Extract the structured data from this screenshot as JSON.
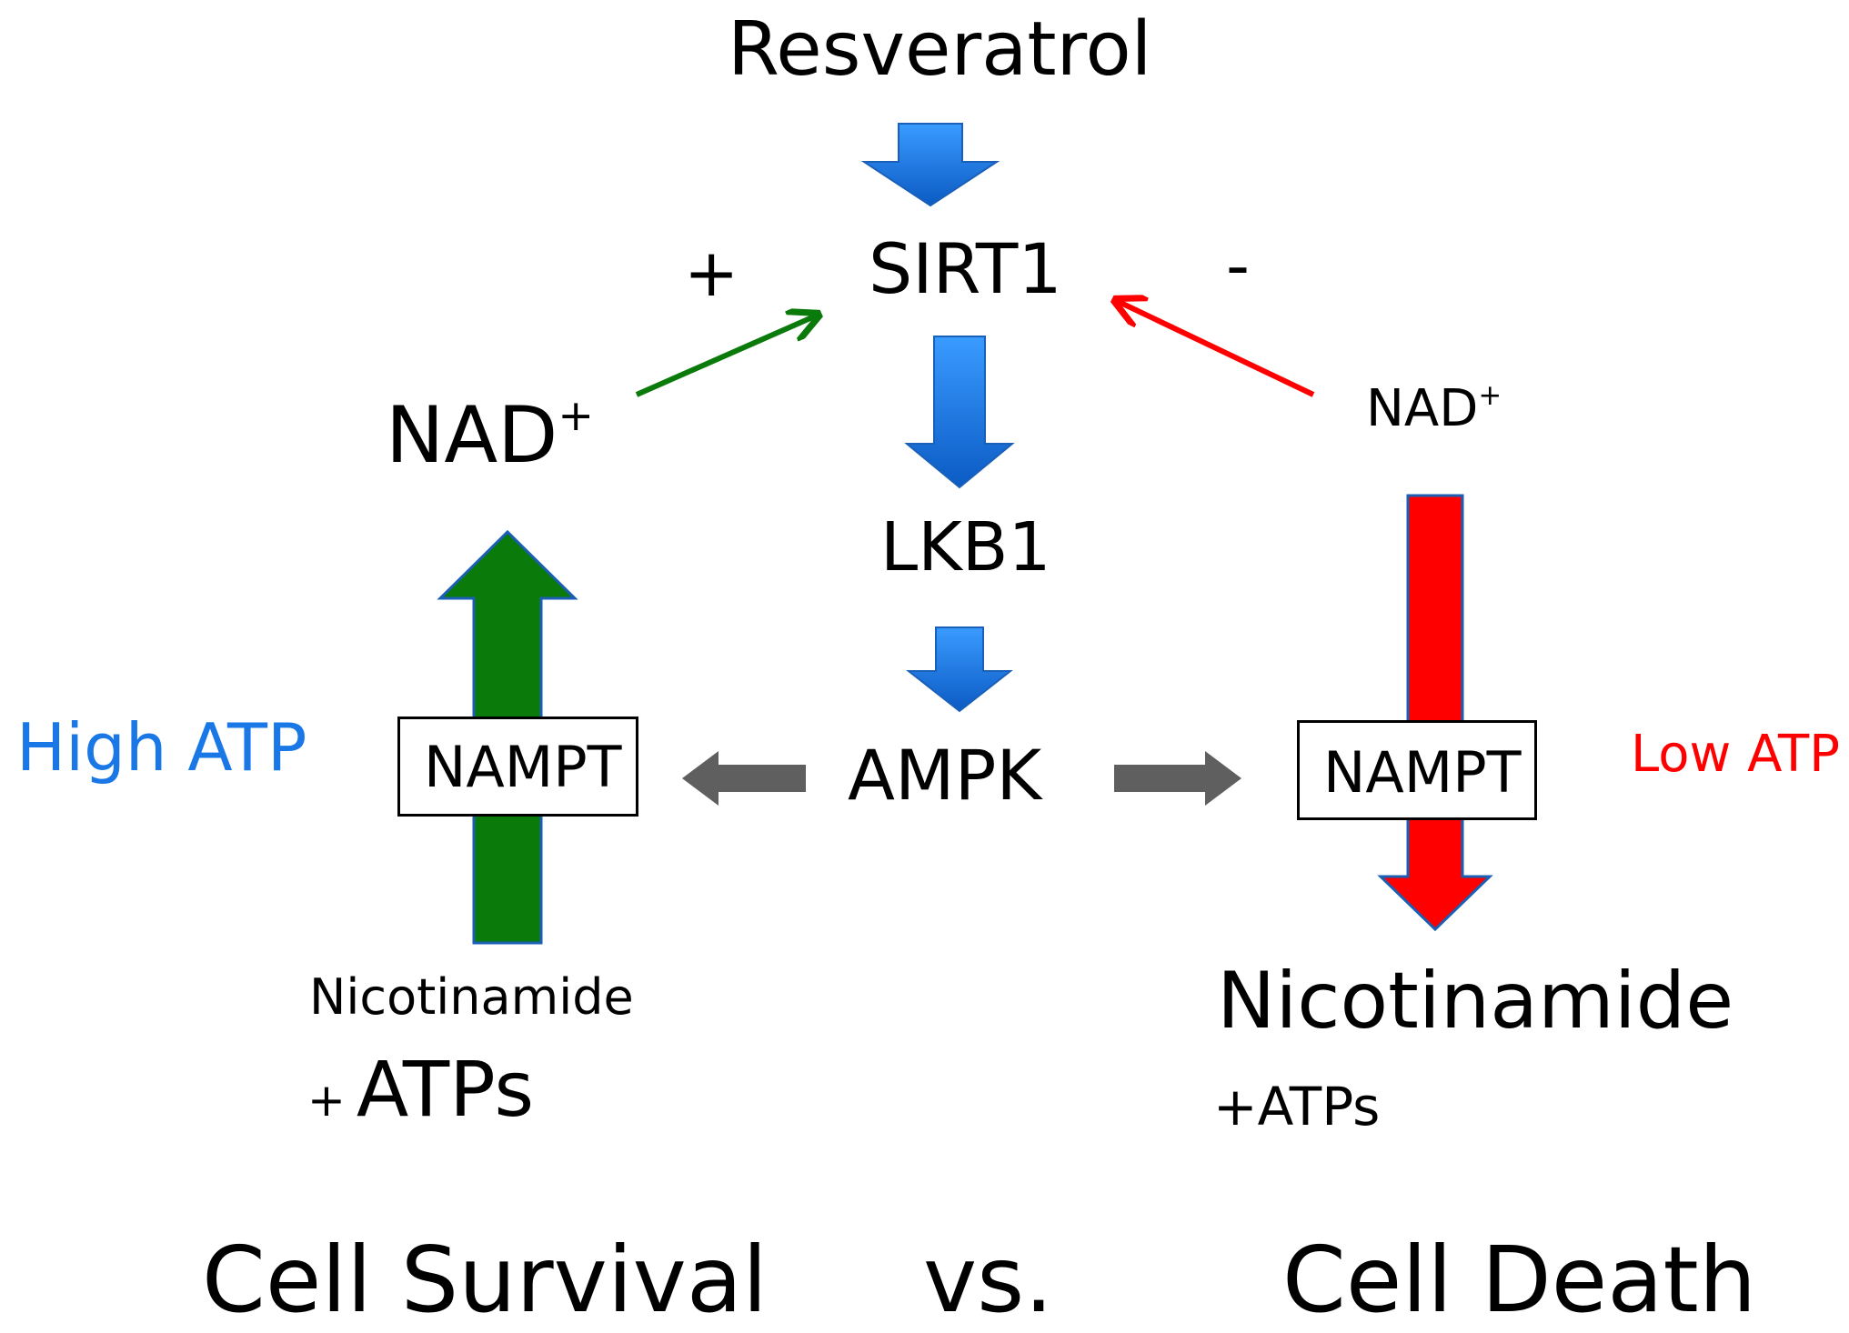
{
  "diagram": {
    "top_compound": "Resveratrol",
    "nodes": {
      "sirt1": "SIRT1",
      "lkb1": "LKB1",
      "ampk": "AMPK"
    },
    "signs": {
      "plus": "+",
      "minus": "-"
    },
    "left": {
      "nad_base": "NAD",
      "nad_sup": "+",
      "state": "High ATP",
      "enzyme": "NAMPT",
      "substrate": "Nicotinamide",
      "atp_prefix": "+",
      "atp_text": "ATPs",
      "outcome": "Cell Survival"
    },
    "right": {
      "nad_base": "NAD",
      "nad_sup": "+",
      "state": "Low ATP",
      "enzyme": "NAMPT",
      "substrate": "Nicotinamide",
      "atp_text": "+ATPs",
      "outcome": "Cell Death"
    },
    "versus": "vs."
  },
  "colors": {
    "blue_arrow": "#1e78e0",
    "green_arrow": "#0a7a0a",
    "red_arrow": "#ff0000",
    "gray_arrow": "#5f5f5f",
    "high_atp_text": "#1a78e6",
    "low_atp_text": "#ff0000"
  }
}
